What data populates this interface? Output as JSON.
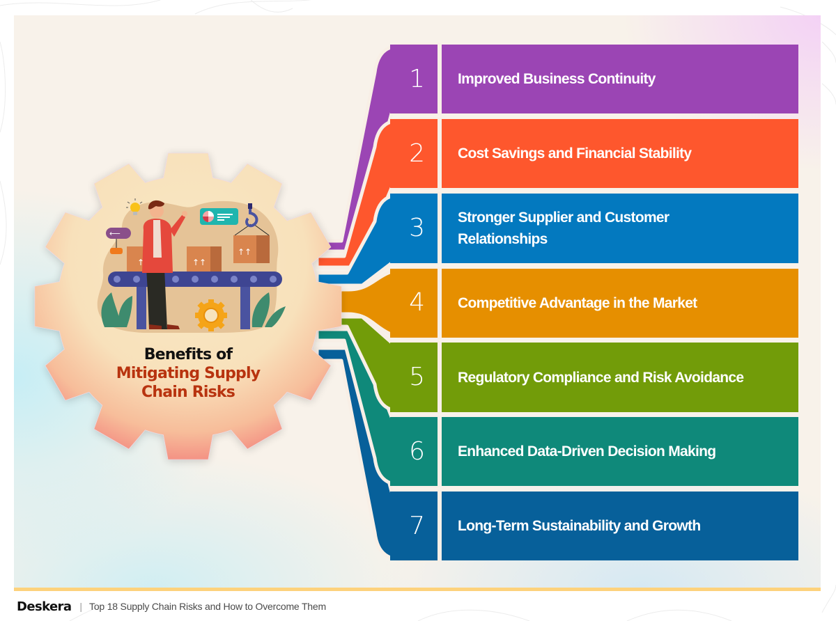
{
  "title": {
    "line1": "Benefits of",
    "line2": "Mitigating Supply",
    "line3": "Chain Risks"
  },
  "colors": {
    "purple": "#9b45b4",
    "orange_red": "#fe572d",
    "blue": "#0379bf",
    "amber": "#e68f00",
    "green": "#729c09",
    "teal": "#0f897a",
    "dark_blue": "#07609a",
    "gear": "#f8e3bd",
    "title_accent": "#b8330f"
  },
  "benefits": [
    {
      "number": "1",
      "label": "Improved Business Continuity",
      "color": "#9b45b4"
    },
    {
      "number": "2",
      "label": "Cost Savings and Financial Stability",
      "color": "#fe572d"
    },
    {
      "number": "3",
      "label": "Stronger Supplier and Customer Relationships",
      "color": "#0379bf"
    },
    {
      "number": "4",
      "label": "Competitive Advantage in the Market",
      "color": "#e68f00"
    },
    {
      "number": "5",
      "label": "Regulatory Compliance and Risk Avoidance",
      "color": "#729c09"
    },
    {
      "number": "6",
      "label": "Enhanced Data-Driven Decision Making",
      "color": "#0f897a"
    },
    {
      "number": "7",
      "label": "Long-Term Sustainability and Growth",
      "color": "#07609a"
    }
  ],
  "illustration": {
    "description": "Person presenting beside a conveyor belt with boxes, crane hook, lightbulb, pie-chart card, gear and plants"
  },
  "footer": {
    "brand": "Deskera",
    "separator": "|",
    "article_title": "Top 18 Supply Chain Risks and How to Overcome Them"
  }
}
